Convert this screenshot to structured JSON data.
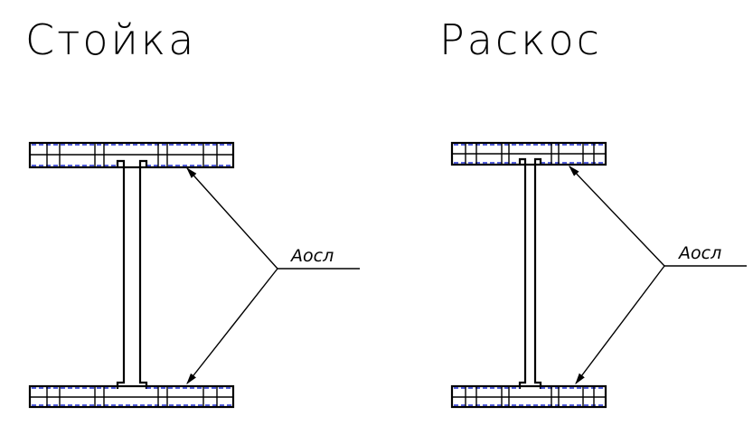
{
  "sections": [
    {
      "title": "Стойка",
      "callout": "Аосл"
    },
    {
      "title": "Раскос",
      "callout": "Аосл"
    }
  ],
  "colors": {
    "line": "#000000",
    "hatch": "#1f2fd0"
  }
}
